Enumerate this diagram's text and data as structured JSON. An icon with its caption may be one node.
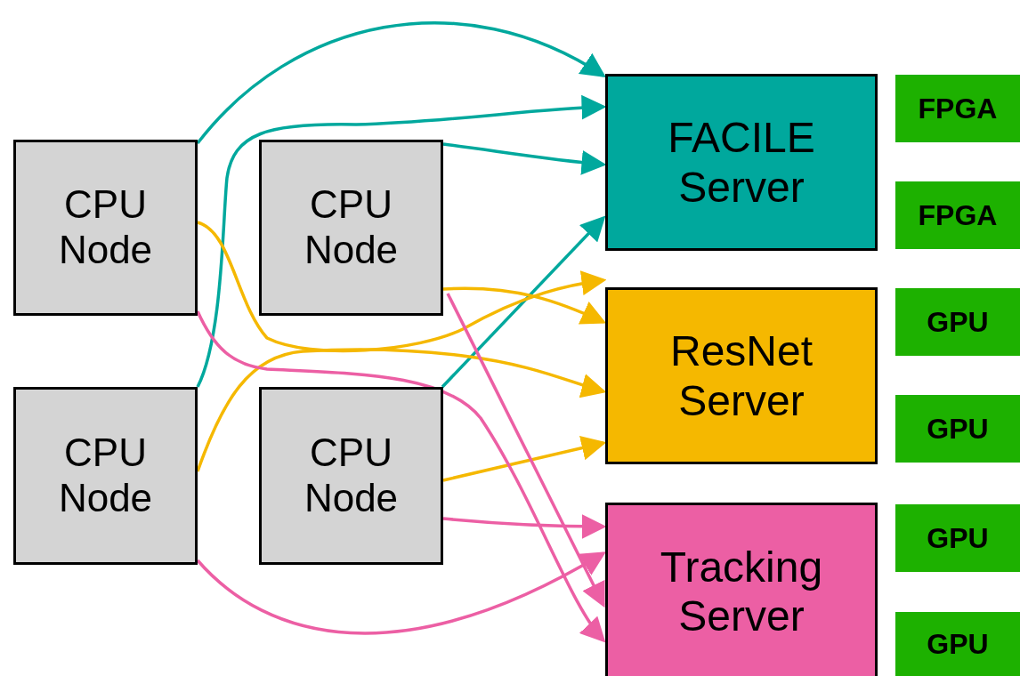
{
  "diagram": {
    "nodes": [
      {
        "text": [
          "CPU Node"
        ]
      },
      {
        "text": [
          "CPU Node"
        ]
      },
      {
        "text": [
          "CPU Node"
        ]
      },
      {
        "text": [
          "CPU Node"
        ]
      },
      {
        "text": [
          "FACILE Server"
        ]
      },
      {
        "text": [
          "ResNet Server"
        ]
      },
      {
        "text": [
          "Tracking Server"
        ]
      },
      {
        "text": [
          "FPGA"
        ]
      },
      {
        "text": [
          "FPGA"
        ]
      },
      {
        "text": [
          "GPU"
        ]
      },
      {
        "text": [
          "GPU"
        ]
      },
      {
        "text": [
          "GPU"
        ]
      },
      {
        "text": [
          "GPU"
        ]
      }
    ],
    "edges": [
      {
        "from": 0,
        "to": 4,
        "arrow": "to",
        "color": "#00a89d"
      },
      {
        "from": 1,
        "to": 4,
        "arrow": "to",
        "color": "#00a89d"
      },
      {
        "from": 2,
        "to": 4,
        "arrow": "to",
        "color": "#00a89d"
      },
      {
        "from": 3,
        "to": 4,
        "arrow": "to",
        "color": "#00a89d"
      },
      {
        "from": 0,
        "to": 5,
        "arrow": "to",
        "color": "#f5b800"
      },
      {
        "from": 1,
        "to": 5,
        "arrow": "to",
        "color": "#f5b800"
      },
      {
        "from": 2,
        "to": 5,
        "arrow": "to",
        "color": "#f5b800"
      },
      {
        "from": 3,
        "to": 5,
        "arrow": "to",
        "color": "#f5b800"
      },
      {
        "from": 0,
        "to": 6,
        "arrow": "to",
        "color": "#ec5fa4"
      },
      {
        "from": 1,
        "to": 6,
        "arrow": "to",
        "color": "#ec5fa4"
      },
      {
        "from": 2,
        "to": 6,
        "arrow": "to",
        "color": "#ec5fa4"
      },
      {
        "from": 3,
        "to": 6,
        "arrow": "to",
        "color": "#ec5fa4"
      }
    ]
  }
}
